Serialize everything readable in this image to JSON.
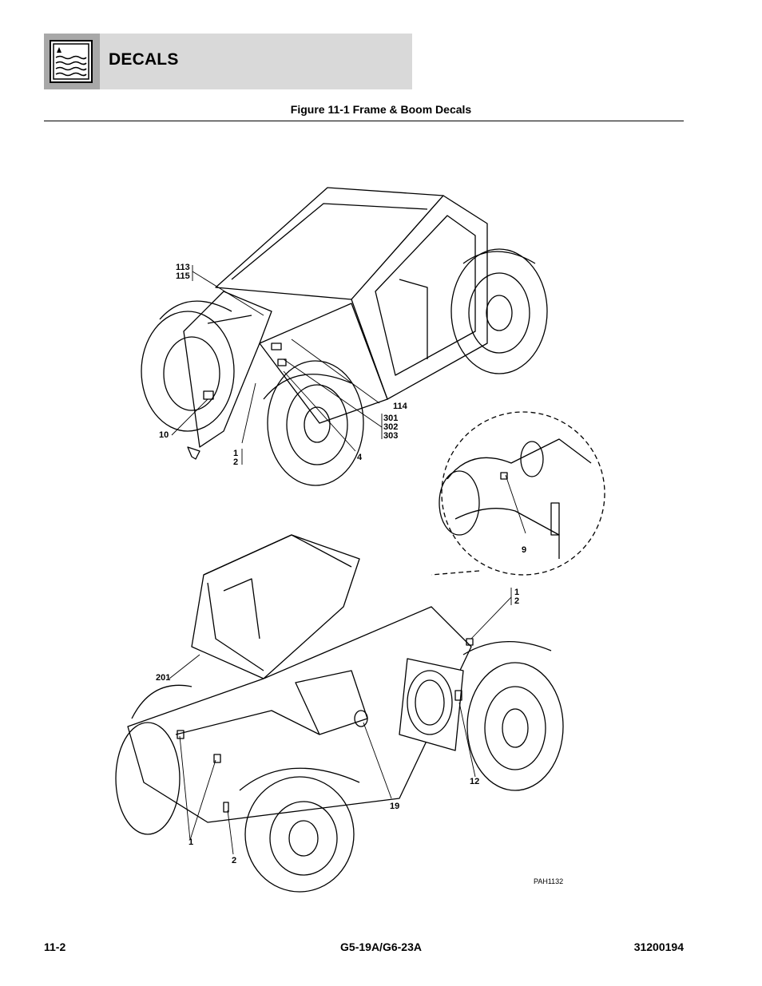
{
  "header": {
    "section_title": "DECALS",
    "icon": "manual-section-icon"
  },
  "figure": {
    "caption": "Figure 11-1 Frame & Boom Decals",
    "id": "PAH1132",
    "callouts": {
      "c113_115": [
        "113",
        "115"
      ],
      "c114": "114",
      "c301_303": [
        "301",
        "302",
        "303"
      ],
      "c10": "10",
      "c1_2_top": [
        "1",
        "2"
      ],
      "c4": "4",
      "c9": "9",
      "c1_2_rear": [
        "1",
        "2"
      ],
      "c201": "201",
      "c12": "12",
      "c19": "19",
      "c1_bottom": "1",
      "c2_bottom": "2"
    }
  },
  "footer": {
    "page_number": "11-2",
    "model": "G5-19A/G6-23A",
    "doc_number": "31200194"
  }
}
